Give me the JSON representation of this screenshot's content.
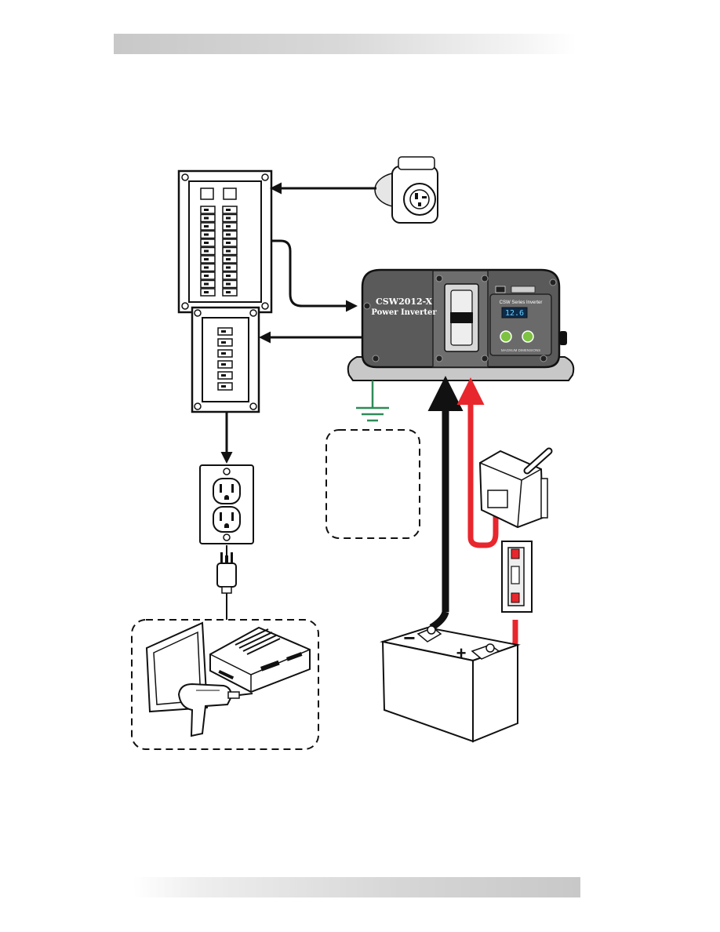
{
  "inverter": {
    "model": "CSW2012-X",
    "name": "Power Inverter",
    "panel_title": "CSW Series Inverter",
    "display_value": "12.6",
    "brand": "MAGNUM DIMENSIONS"
  },
  "battery": {
    "negative_symbol": "−",
    "positive_symbol": "+"
  },
  "colors": {
    "positive_cable": "#e8262d",
    "negative_cable": "#111111",
    "ground_wire": "#2e8b57",
    "accent_led": "#7dc242",
    "header_band": "#d4d4d4"
  }
}
